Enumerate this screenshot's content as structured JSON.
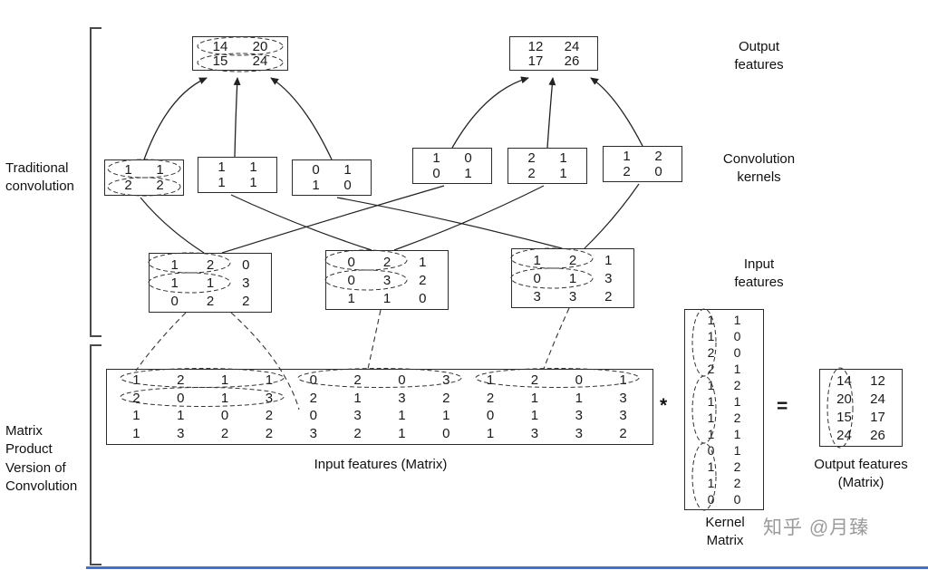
{
  "labels": {
    "traditional": "Traditional\nconvolution",
    "matrix_product": "Matrix\nProduct\nVersion of\nConvolution",
    "output_features": "Output\nfeatures",
    "convolution_kernels": "Convolution\nkernels",
    "input_features": "Input\nfeatures",
    "input_matrix": "Input features (Matrix)",
    "kernel_matrix": "Kernel\nMatrix",
    "output_matrix": "Output features\n(Matrix)"
  },
  "operators": {
    "multiply": "*",
    "equals": "="
  },
  "watermark": "知乎 @月臻",
  "colors": {
    "bottom_line": "#3f6fd8",
    "watermark_gray": "#9b9b9b",
    "line": "#222222"
  },
  "matrices": {
    "traditional_outputs": [
      [
        [
          14,
          20
        ],
        [
          15,
          24
        ]
      ],
      [
        [
          12,
          24
        ],
        [
          17,
          26
        ]
      ]
    ],
    "kernels": [
      [
        [
          1,
          1
        ],
        [
          2,
          2
        ]
      ],
      [
        [
          1,
          1
        ],
        [
          1,
          1
        ]
      ],
      [
        [
          0,
          1
        ],
        [
          1,
          0
        ]
      ],
      [
        [
          1,
          0
        ],
        [
          0,
          1
        ]
      ],
      [
        [
          2,
          1
        ],
        [
          2,
          1
        ]
      ],
      [
        [
          1,
          2
        ],
        [
          2,
          0
        ]
      ]
    ],
    "inputs": [
      [
        [
          1,
          2,
          0
        ],
        [
          1,
          1,
          3
        ],
        [
          0,
          2,
          2
        ]
      ],
      [
        [
          0,
          2,
          1
        ],
        [
          0,
          3,
          2
        ],
        [
          1,
          1,
          0
        ]
      ],
      [
        [
          1,
          2,
          1
        ],
        [
          0,
          1,
          3
        ],
        [
          3,
          3,
          2
        ]
      ]
    ],
    "input_matrix": [
      [
        1,
        2,
        1,
        1,
        0,
        2,
        0,
        3,
        1,
        2,
        0,
        1
      ],
      [
        2,
        0,
        1,
        3,
        2,
        1,
        3,
        2,
        2,
        1,
        1,
        3
      ],
      [
        1,
        1,
        0,
        2,
        0,
        3,
        1,
        1,
        0,
        1,
        3,
        3
      ],
      [
        1,
        3,
        2,
        2,
        3,
        2,
        1,
        0,
        1,
        3,
        3,
        2
      ]
    ],
    "kernel_matrix": [
      [
        1,
        1
      ],
      [
        1,
        0
      ],
      [
        2,
        0
      ],
      [
        2,
        1
      ],
      [
        1,
        2
      ],
      [
        1,
        1
      ],
      [
        1,
        2
      ],
      [
        1,
        1
      ],
      [
        0,
        1
      ],
      [
        1,
        2
      ],
      [
        1,
        2
      ],
      [
        0,
        0
      ]
    ],
    "output_matrix": [
      [
        14,
        12
      ],
      [
        20,
        24
      ],
      [
        15,
        17
      ],
      [
        24,
        26
      ]
    ]
  }
}
